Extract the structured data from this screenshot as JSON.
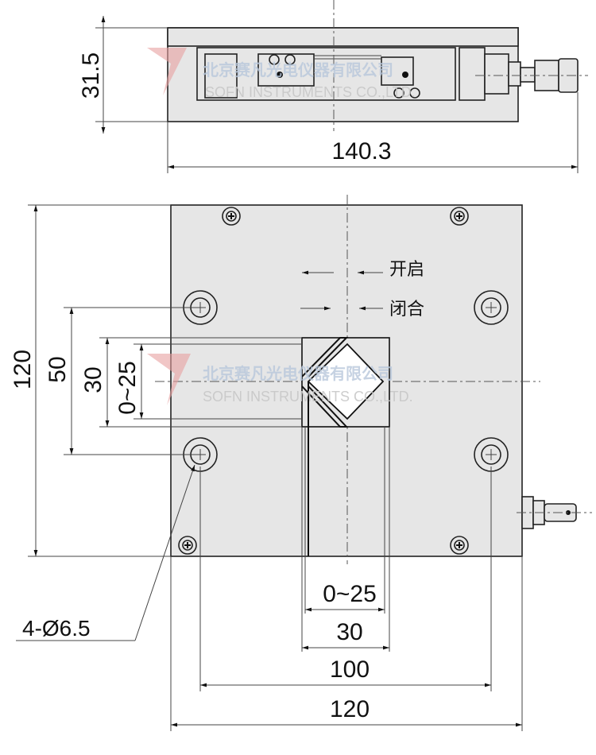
{
  "top_view": {
    "height_dim": "31.5",
    "width_dim": "140.3"
  },
  "main_view": {
    "left_dims": [
      "120",
      "50",
      "30",
      "0~25"
    ],
    "bottom_dims": [
      "0~25",
      "30",
      "100",
      "120"
    ],
    "open_label": "开启",
    "close_label": "闭合",
    "hole_callout": "4-Ø6.5"
  },
  "watermark": {
    "company_cn": "北京赛凡光电仪器有限公司",
    "company_en": "SOFN INSTRUMENTS CO.,LTD."
  },
  "colors": {
    "part_fill": "#e6e6e6",
    "line": "#222222",
    "watermark_blue": "#b8c8dc",
    "watermark_red": "#e8a0a0"
  }
}
